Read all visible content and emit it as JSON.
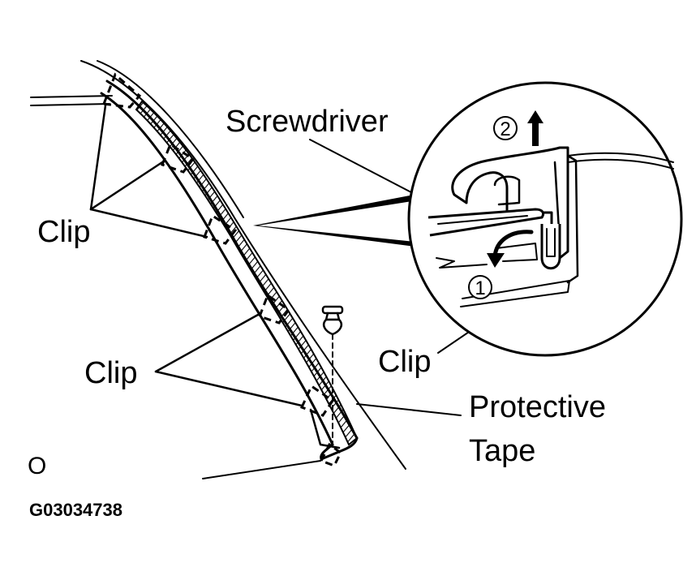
{
  "labels": {
    "screwdriver": "Screwdriver",
    "clip_upper": "Clip",
    "clip_lower": "Clip",
    "clip_detail": "Clip",
    "protective_line1": "Protective",
    "protective_line2": "Tape",
    "step_1": "1",
    "step_2": "2",
    "corner_mark": "O",
    "figure_code": "G03034738"
  },
  "colors": {
    "ink": "#000000",
    "paper": "#ffffff"
  }
}
